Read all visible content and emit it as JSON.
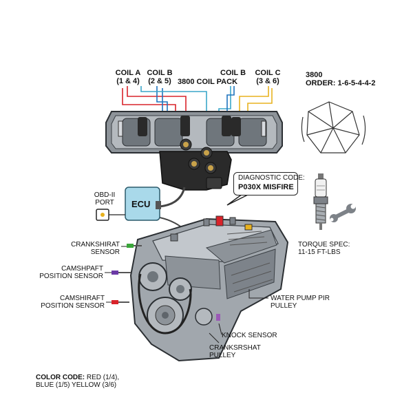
{
  "coil_labels": {
    "coil_a": {
      "name": "COIL A",
      "cyl": "(1 & 4)"
    },
    "coil_b_left": {
      "name": "COIL B",
      "cyl": "(2 & 5)"
    },
    "coil_pack": "3800 COIL PACK",
    "coil_b_right": "COIL B",
    "coil_c": {
      "name": "COIL C",
      "cyl": "(3 & 6)"
    }
  },
  "firing_order": {
    "line1": "3800",
    "line2": "ORDER: 1-6-5-4-4-2"
  },
  "diagnostic": {
    "line1": "DIAGNOSTIC CODE:",
    "line2": "P030X MISFIRE"
  },
  "obd": {
    "line1": "OBD-II",
    "line2": "PORT"
  },
  "ecu_label": "ECU",
  "torque": {
    "line1": "TORQUE SPEC:",
    "line2": "11-15 FT-LBS"
  },
  "sensors": {
    "crankshaft": {
      "line1": "CRANKSHIRAT",
      "line2": "SENSOR"
    },
    "camshaft_1": {
      "line1": "CAMSHPAFT",
      "line2": "POSITION SENSOR"
    },
    "camshaft_2": {
      "line1": "CAMSHIRAFT",
      "line2": "POSITION SENSOR"
    },
    "water_pump": {
      "line1": "WATER PUMP PIR",
      "line2": "PULLEY"
    },
    "knock": "KNOCK SENSOR",
    "crank_pulley": {
      "line1": "CRANKSRSHAT",
      "line2": "PULLEY"
    }
  },
  "color_code": {
    "prefix": "COLOR CODE:",
    "line1": " RED (1/4),",
    "line2": "BLUE (1/5) YELLOW (3/6)"
  },
  "colors": {
    "red": "#d9232a",
    "blue": "#1e73be",
    "yellow": "#e8b21f",
    "cyan": "#3aa6c9",
    "ecu_fill": "#a9d9ea",
    "metal": "#9aa0a6",
    "metal_dark": "#5f656b",
    "coil_black": "#2a2a2a"
  }
}
